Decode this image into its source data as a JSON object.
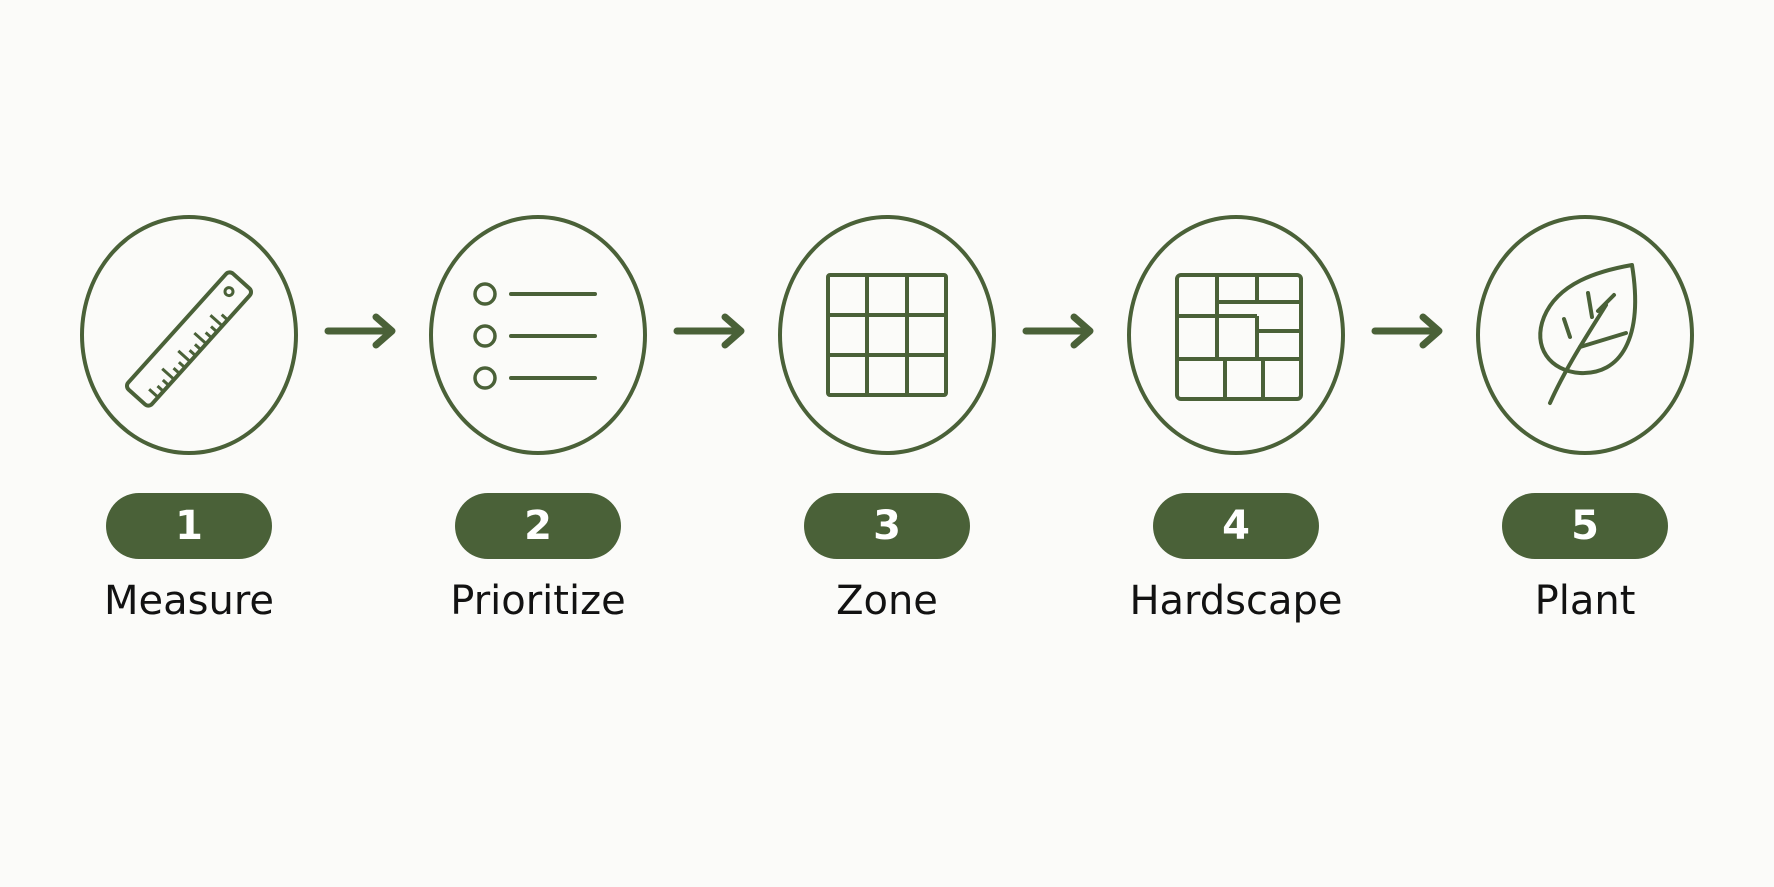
{
  "colors": {
    "accent": "#4a6138",
    "badge_text": "#ffffff",
    "label_text": "#121212",
    "background": "#fbfbf9"
  },
  "steps": [
    {
      "number": "1",
      "label": "Measure",
      "icon": "ruler-icon"
    },
    {
      "number": "2",
      "label": "Prioritize",
      "icon": "list-icon"
    },
    {
      "number": "3",
      "label": "Zone",
      "icon": "grid-icon"
    },
    {
      "number": "4",
      "label": "Hardscape",
      "icon": "paving-layout-icon"
    },
    {
      "number": "5",
      "label": "Plant",
      "icon": "leaf-icon"
    }
  ]
}
